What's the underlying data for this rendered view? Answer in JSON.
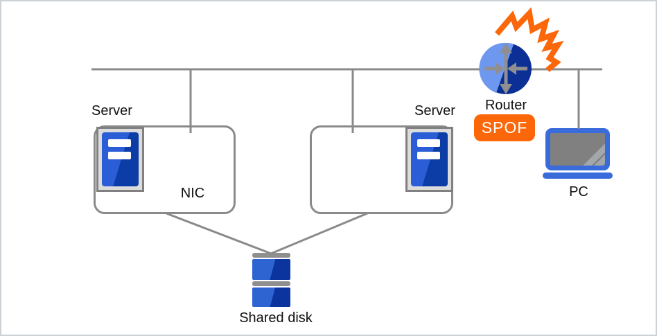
{
  "labels": {
    "server_left": "Server",
    "server_right": "Server",
    "nic": "NIC",
    "router": "Router",
    "spof": "SPOF",
    "pc": "PC",
    "shared_disk": "Shared disk"
  },
  "colors": {
    "line_gray": "#8a8a8a",
    "icon_gray": "#808080",
    "server_case_fill": "#dcdcdc",
    "blue_light": "#2b5ed6",
    "blue_dark": "#0c3da6",
    "blue_flat": "#3a6bdb",
    "router_light_blue": "#6e97f0",
    "router_dark_blue": "#0b2f94",
    "nic_yellow": "#fdb813",
    "failure_orange": "#fb6709",
    "text_black": "#111111"
  },
  "diagram": {
    "type": "network-topology",
    "nodes": [
      {
        "id": "server-left",
        "label": "Server",
        "contains": [
          "server-icon",
          "nic-icon"
        ],
        "nic_label": "NIC"
      },
      {
        "id": "server-right",
        "label": "Server",
        "contains": [
          "nic-icon",
          "server-icon"
        ]
      },
      {
        "id": "router",
        "label": "Router",
        "badge": "SPOF",
        "status": "failure-explosion"
      },
      {
        "id": "pc",
        "label": "PC"
      },
      {
        "id": "shared-disk",
        "label": "Shared disk"
      }
    ],
    "edges": [
      {
        "from": "network-backbone",
        "to": "server-left-nic"
      },
      {
        "from": "network-backbone",
        "to": "server-right-nic"
      },
      {
        "from": "network-backbone",
        "to": "router"
      },
      {
        "from": "network-backbone",
        "to": "pc"
      },
      {
        "from": "server-left",
        "to": "shared-disk"
      },
      {
        "from": "server-right",
        "to": "shared-disk"
      }
    ]
  }
}
